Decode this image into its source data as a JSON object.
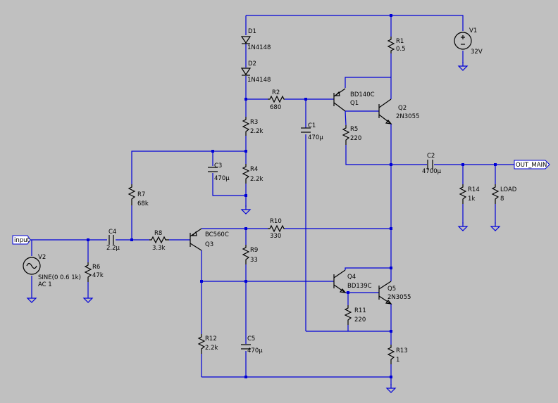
{
  "components": {
    "D1": {
      "ref": "D1",
      "value": "1N4148"
    },
    "D2": {
      "ref": "D2",
      "value": "1N4148"
    },
    "R1": {
      "ref": "R1",
      "value": "0.5"
    },
    "V1": {
      "ref": "V1",
      "value": "32V"
    },
    "R2": {
      "ref": "R2",
      "value": "680"
    },
    "Q1": {
      "ref": "Q1",
      "value": "BD140C"
    },
    "Q2": {
      "ref": "Q2",
      "value": "2N3055"
    },
    "R3": {
      "ref": "R3",
      "value": "2.2k"
    },
    "C1": {
      "ref": "C1",
      "value": "470µ"
    },
    "R5": {
      "ref": "R5",
      "value": "220"
    },
    "C2": {
      "ref": "C2",
      "value": "4700µ"
    },
    "C3": {
      "ref": "C3",
      "value": "470µ"
    },
    "R4": {
      "ref": "R4",
      "value": "2.2k"
    },
    "R14": {
      "ref": "R14",
      "value": "1k"
    },
    "LOAD": {
      "ref": "LOAD",
      "value": "8"
    },
    "R7": {
      "ref": "R7",
      "value": "68k"
    },
    "C4": {
      "ref": "C4",
      "value": "2.2µ"
    },
    "R8": {
      "ref": "R8",
      "value": "3.3k"
    },
    "Q3": {
      "ref": "Q3",
      "value": "BC560C"
    },
    "R10": {
      "ref": "R10",
      "value": "330"
    },
    "R9": {
      "ref": "R9",
      "value": "33"
    },
    "V2": {
      "ref": "V2",
      "value": "SINE(0 0.6 1k)",
      "value2": "AC 1"
    },
    "R6": {
      "ref": "R6",
      "value": "47k"
    },
    "Q4": {
      "ref": "Q4",
      "value": "BD139C"
    },
    "Q5": {
      "ref": "Q5",
      "value": "2N3055"
    },
    "R11": {
      "ref": "R11",
      "value": "220"
    },
    "R12": {
      "ref": "R12",
      "value": "2.2k"
    },
    "C5": {
      "ref": "C5",
      "value": "470µ"
    },
    "R13": {
      "ref": "R13",
      "value": "1"
    }
  },
  "net_labels": {
    "input": "input",
    "out_main": "OUT_MAIN"
  },
  "colors": {
    "background": "#c0c0c0",
    "wire": "#0000d8",
    "component": "#000000"
  }
}
